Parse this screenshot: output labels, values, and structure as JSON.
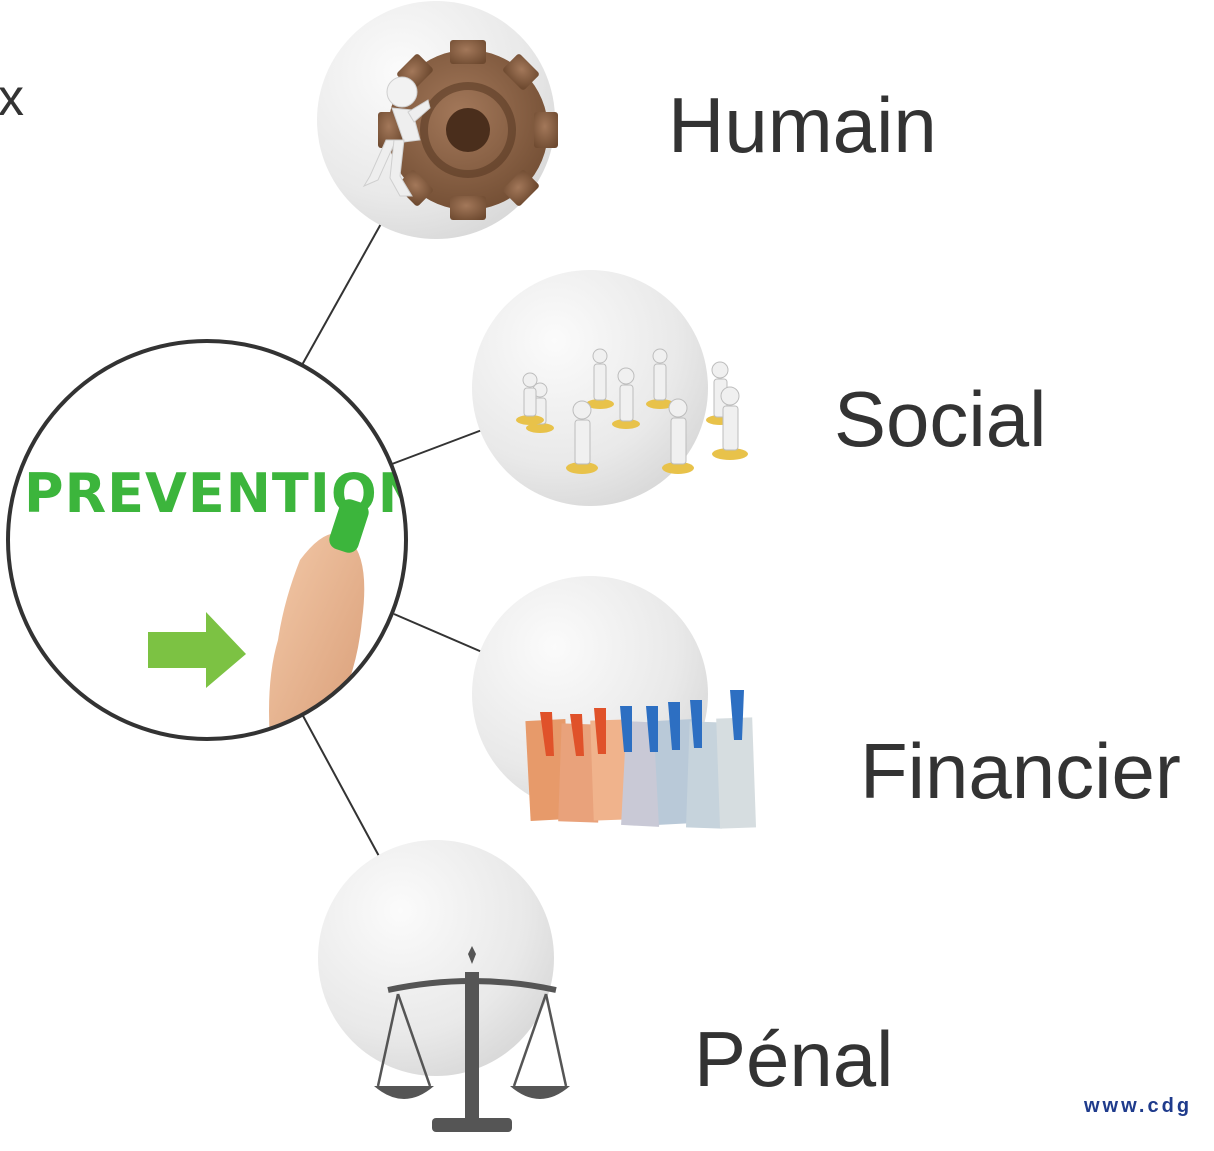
{
  "cropped_text": "x",
  "center": {
    "label": "PREVENTION"
  },
  "items": [
    {
      "label": "Humain",
      "icon": "gear-pushing-figure-icon"
    },
    {
      "label": "Social",
      "icon": "group-of-figures-icon"
    },
    {
      "label": "Financier",
      "icon": "banknotes-on-clothesline-icon"
    },
    {
      "label": "Pénal",
      "icon": "scales-of-justice-icon"
    }
  ],
  "footer": {
    "url": "www.cdg"
  },
  "colors": {
    "prevention_green": "#3cb53c",
    "arrow_green": "#7cc243",
    "circle_grey": "#e6e6e6",
    "text": "#333333",
    "url_blue": "#1f3b8c"
  }
}
